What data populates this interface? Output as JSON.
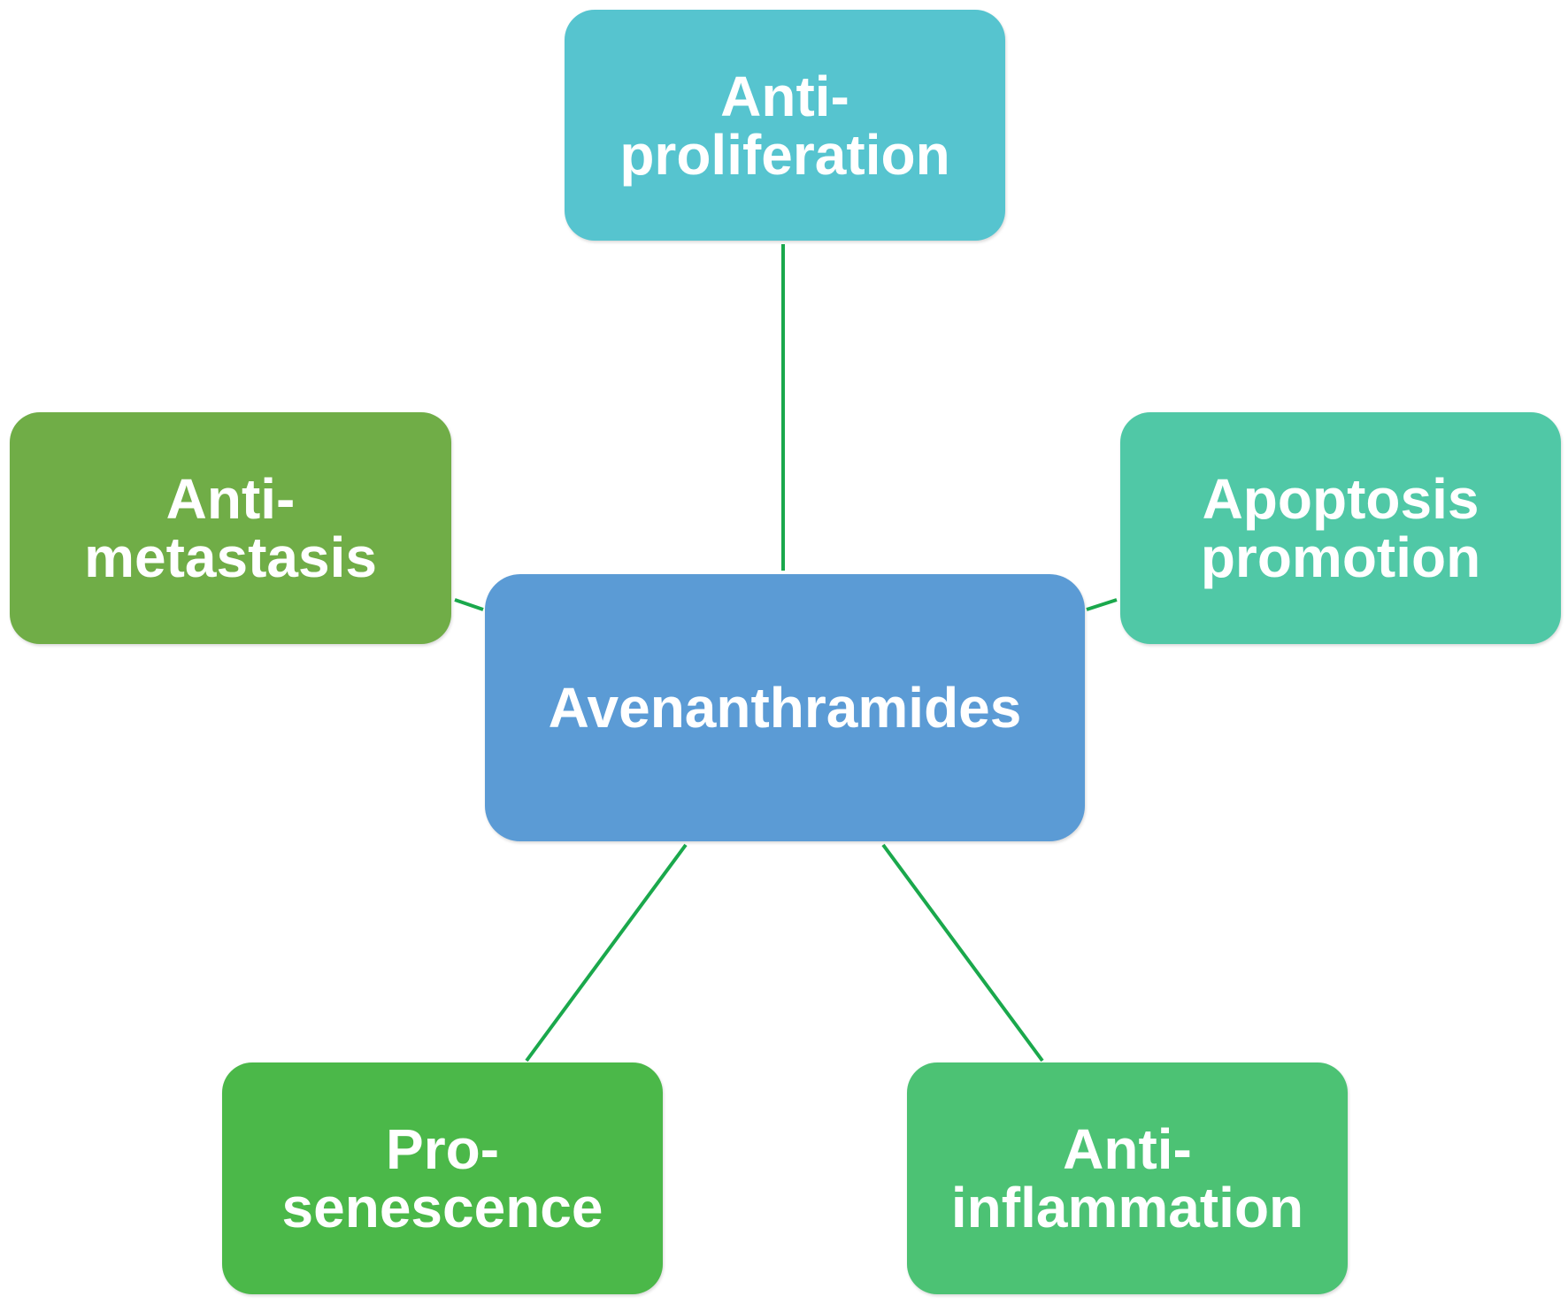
{
  "colors": {
    "connector": "#1aa84c",
    "center": "#5b9bd5",
    "top": "#56c4cf",
    "left": "#70ad47",
    "right": "#50c8a6",
    "bottom_left": "#4bb849",
    "bottom_right": "#4cc274",
    "text": "#ffffff"
  },
  "center": {
    "lines": [
      "Avenanthramides"
    ]
  },
  "nodes": {
    "top": {
      "lines": [
        "Anti-",
        "proliferation"
      ]
    },
    "left": {
      "lines": [
        "Anti-",
        "metastasis"
      ]
    },
    "right": {
      "lines": [
        "Apoptosis",
        "promotion"
      ]
    },
    "bottom_left": {
      "lines": [
        "Pro-",
        "senescence"
      ]
    },
    "bottom_right": {
      "lines": [
        "Anti-",
        "inflammation"
      ]
    }
  }
}
